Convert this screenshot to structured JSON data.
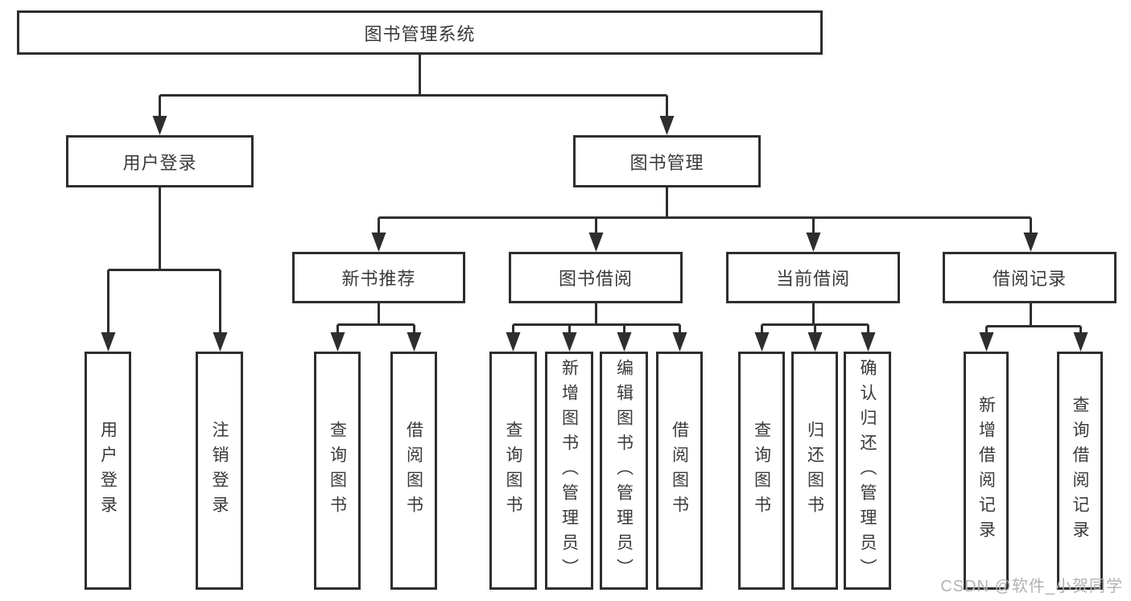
{
  "title": "图书管理系统",
  "tree": {
    "root": "图书管理系统",
    "level1": [
      "用户登录",
      "图书管理"
    ],
    "level2": [
      "新书推荐",
      "图书借阅",
      "当前借阅",
      "借阅记录"
    ],
    "leaves": {
      "user": [
        "用户登录",
        "注销登录"
      ],
      "newbook": [
        "查询图书",
        "借阅图书"
      ],
      "borrow": [
        "查询图书",
        "新增图书（管理员）",
        "编辑图书（管理员）",
        "借阅图书"
      ],
      "current": [
        "查询图书",
        "归还图书",
        "确认归还（管理员）"
      ],
      "record": [
        "新增借阅记录",
        "查询借阅记录"
      ]
    }
  },
  "watermark": "CSDN @软件_小贺同学",
  "colors": {
    "line": "#2e2e2e",
    "text": "#3a3a3a",
    "watermark": "#b3b3b3",
    "background": "#ffffff"
  }
}
